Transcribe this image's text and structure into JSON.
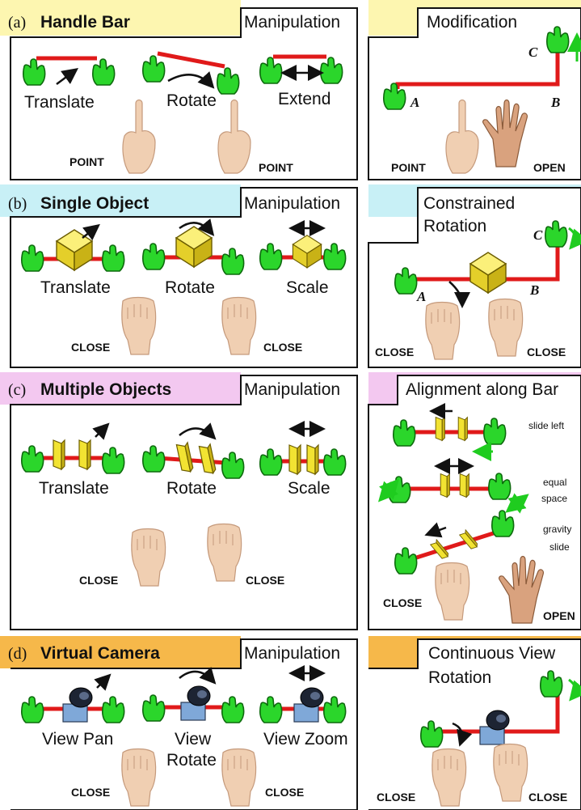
{
  "colors": {
    "section_a": "#fdf6b0",
    "section_b": "#c8f0f6",
    "section_c": "#f3c8f0",
    "section_d": "#f6b84a",
    "hand": "#2bd62b",
    "bar": "#e01a1a",
    "cube": "#f2e332",
    "skin": "#f0cfb2",
    "arrow_green": "#1fcc1f"
  },
  "sections": [
    {
      "letter": "(a)",
      "title": "Handle Bar",
      "left_header": "Manipulation",
      "right_header": "Modification",
      "left_labels": [
        "Translate",
        "Rotate",
        "Extend"
      ],
      "left_gestures": [
        "POINT",
        "POINT"
      ],
      "right_points": [
        "A",
        "B",
        "C"
      ],
      "right_gestures": [
        "POINT",
        "OPEN"
      ]
    },
    {
      "letter": "(b)",
      "title": "Single Object",
      "left_header": "Manipulation",
      "right_header_lines": [
        "Constrained",
        "Rotation"
      ],
      "left_labels": [
        "Translate",
        "Rotate",
        "Scale"
      ],
      "left_gestures": [
        "CLOSE",
        "CLOSE"
      ],
      "right_points": [
        "A",
        "B",
        "C"
      ],
      "right_gestures": [
        "CLOSE",
        "CLOSE"
      ]
    },
    {
      "letter": "(c)",
      "title": "Multiple Objects",
      "left_header": "Manipulation",
      "right_header": "Alignment along Bar",
      "left_labels": [
        "Translate",
        "Rotate",
        "Scale"
      ],
      "left_gestures": [
        "CLOSE",
        "CLOSE"
      ],
      "right_notes": [
        "slide left",
        "equal",
        "space",
        "gravity",
        "slide"
      ],
      "right_gestures": [
        "CLOSE",
        "OPEN"
      ]
    },
    {
      "letter": "(d)",
      "title": "Virtual Camera",
      "left_header": "Manipulation",
      "right_header_lines": [
        "Continuous View",
        "Rotation"
      ],
      "left_labels": [
        "View Pan",
        "View",
        "Rotate",
        "View Zoom"
      ],
      "left_gestures": [
        "CLOSE",
        "CLOSE"
      ],
      "right_gestures": [
        "CLOSE",
        "CLOSE"
      ]
    }
  ]
}
